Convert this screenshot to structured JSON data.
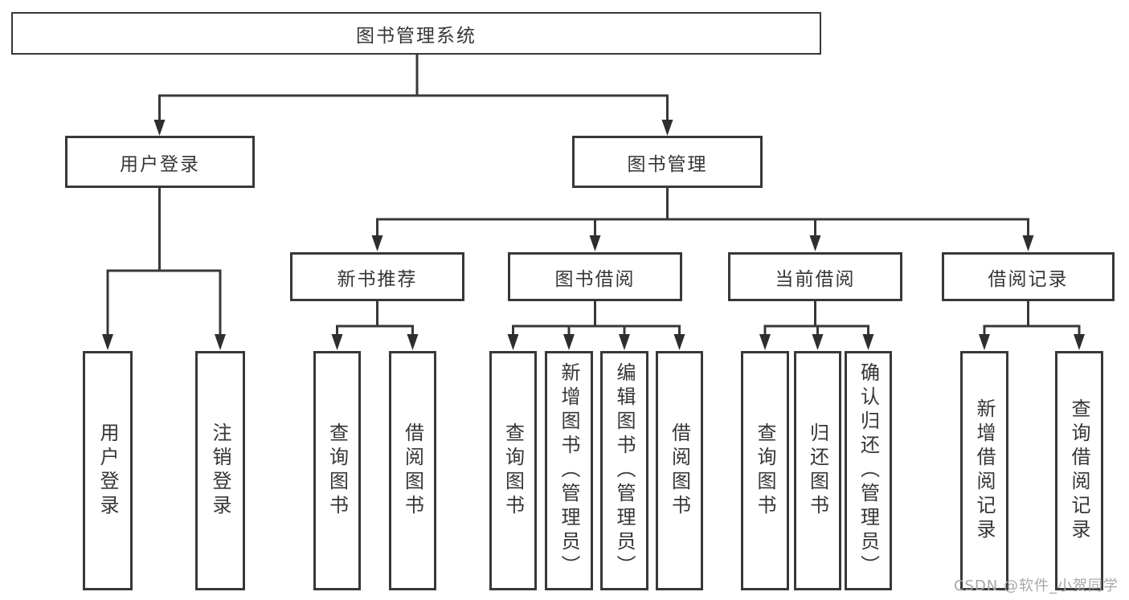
{
  "diagram": {
    "root": {
      "label": "图书管理系统"
    },
    "level1": [
      {
        "id": "user-login",
        "label": "用户登录"
      },
      {
        "id": "book-management",
        "label": "图书管理"
      }
    ],
    "level2": [
      {
        "parent": "图书管理",
        "label": "新书推荐"
      },
      {
        "parent": "图书管理",
        "label": "图书借阅"
      },
      {
        "parent": "图书管理",
        "label": "当前借阅"
      },
      {
        "parent": "图书管理",
        "label": "借阅记录"
      }
    ],
    "leaves": [
      {
        "parent": "用户登录",
        "label": "用户登录"
      },
      {
        "parent": "用户登录",
        "label": "注销登录"
      },
      {
        "parent": "新书推荐",
        "label": "查询图书"
      },
      {
        "parent": "新书推荐",
        "label": "借阅图书"
      },
      {
        "parent": "图书借阅",
        "label": "查询图书"
      },
      {
        "parent": "图书借阅",
        "label": "新增图书（管理员）"
      },
      {
        "parent": "图书借阅",
        "label": "编辑图书（管理员）"
      },
      {
        "parent": "图书借阅",
        "label": "借阅图书"
      },
      {
        "parent": "当前借阅",
        "label": "查询图书"
      },
      {
        "parent": "当前借阅",
        "label": "归还图书"
      },
      {
        "parent": "当前借阅",
        "label": "确认归还（管理员）"
      },
      {
        "parent": "借阅记录",
        "label": "新增借阅记录"
      },
      {
        "parent": "借阅记录",
        "label": "查询借阅记录"
      }
    ]
  },
  "watermark": {
    "text": "CSDN @软件_小贺同学"
  },
  "colors": {
    "line": "#383838",
    "box_border": "#383838",
    "text": "#363636",
    "background": "#ffffff",
    "watermark": "#a7a7ac"
  }
}
